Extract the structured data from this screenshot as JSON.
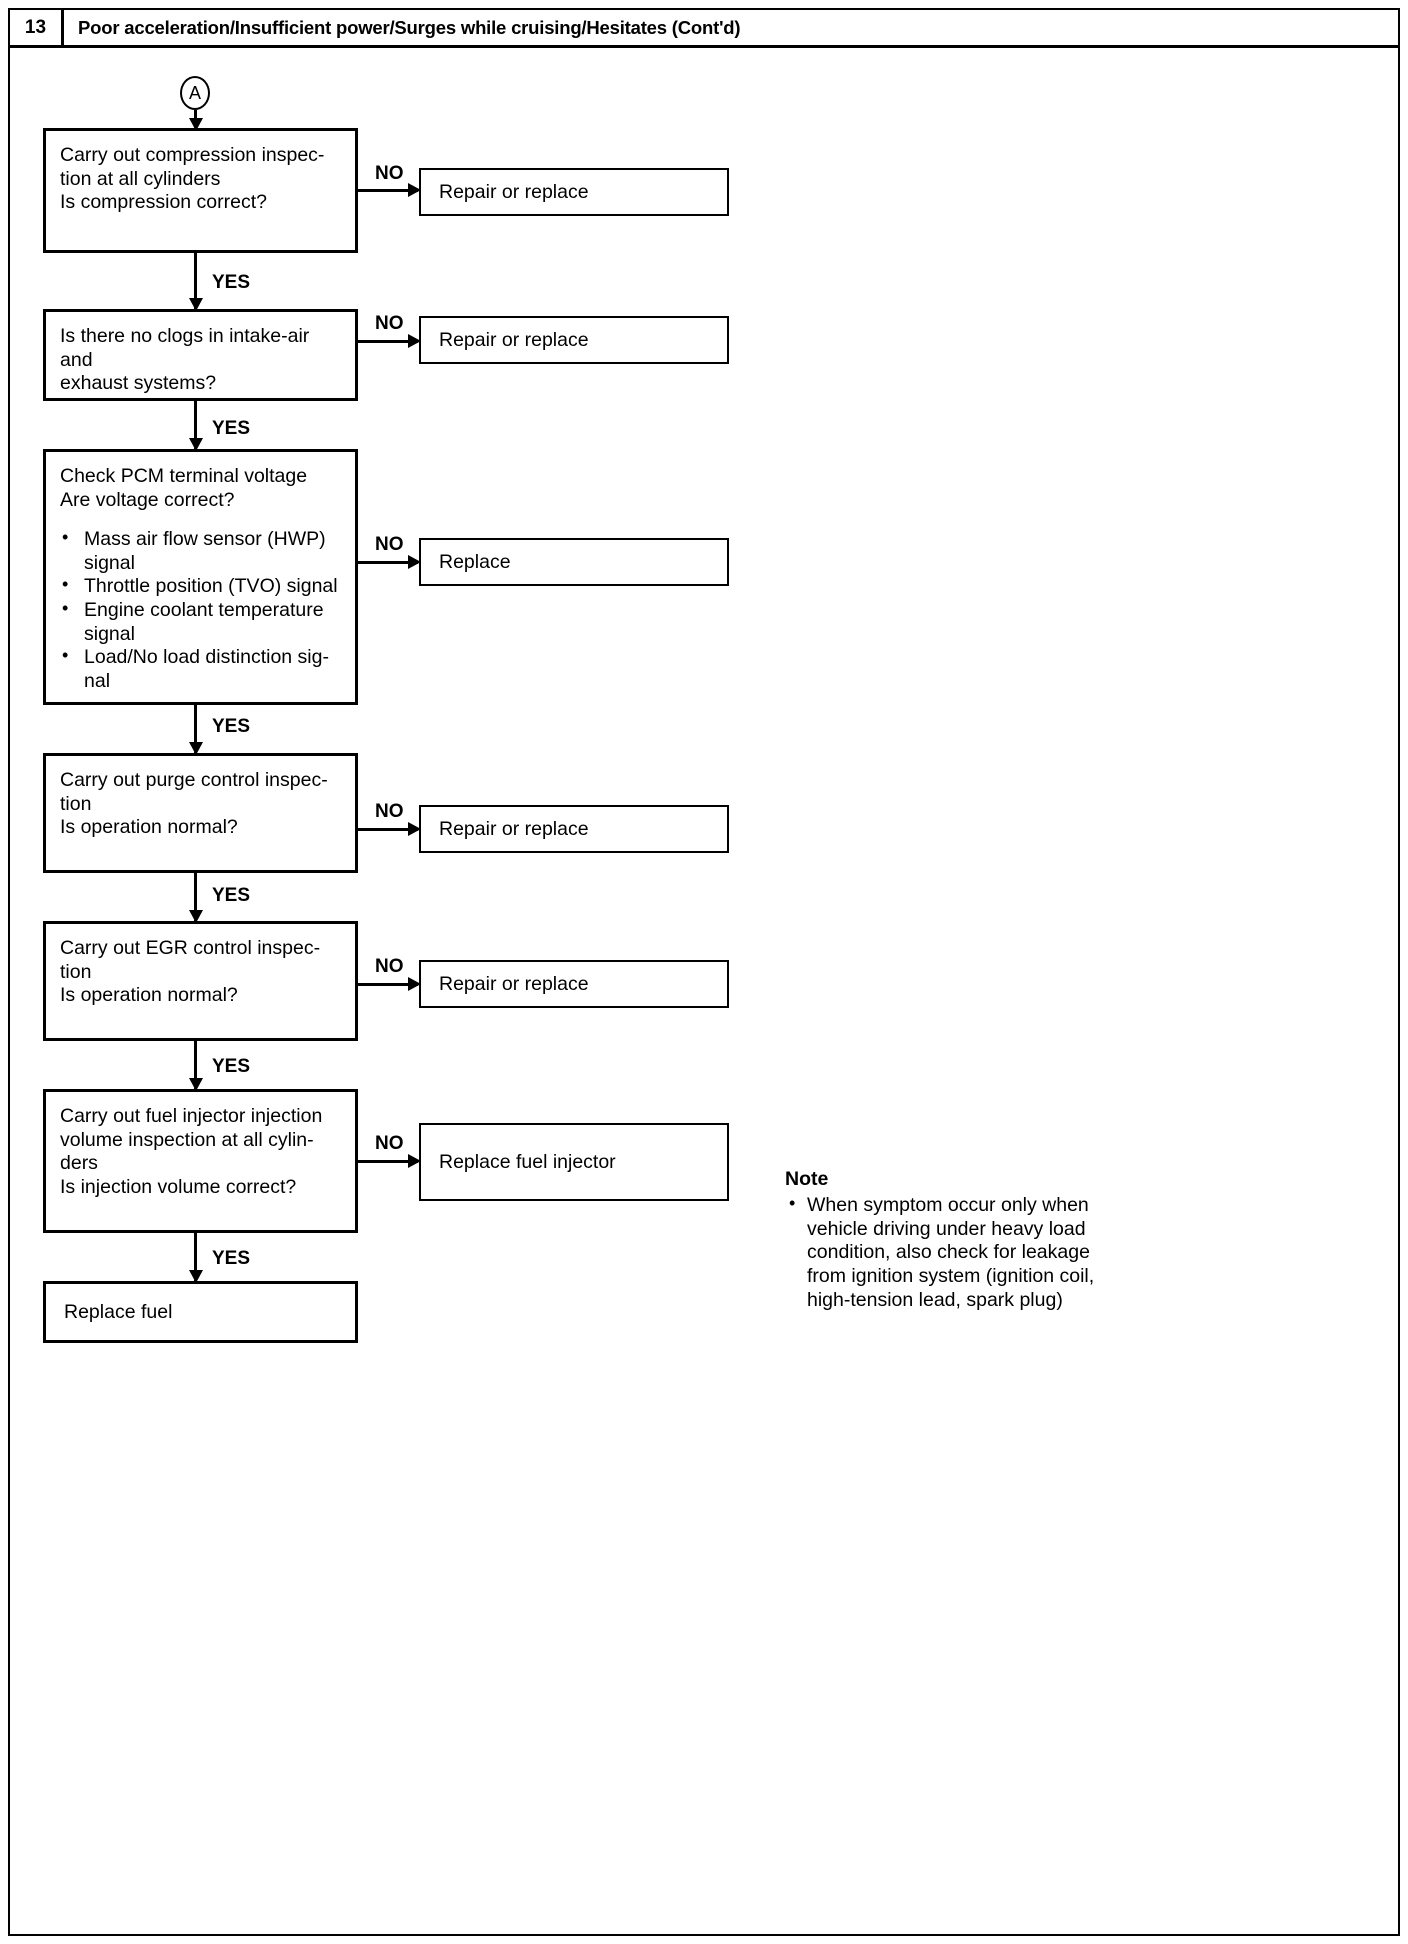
{
  "header": {
    "number": "13",
    "title": "Poor acceleration/Insufficient power/Surges while cruising/Hesitates (Cont'd)"
  },
  "connector": {
    "label": "A"
  },
  "labels": {
    "yes": "YES",
    "no": "NO"
  },
  "flow": {
    "steps": [
      {
        "id": "compression",
        "question_lines": [
          "Carry out compression inspec-",
          "tion at all cylinders",
          "Is compression correct?"
        ],
        "no_action": "Repair or replace",
        "yes_label": "YES",
        "no_label": "NO"
      },
      {
        "id": "clogs",
        "question_lines": [
          "Is there no clogs in intake-air and",
          "exhaust systems?"
        ],
        "no_action": "Repair or replace",
        "yes_label": "YES",
        "no_label": "NO"
      },
      {
        "id": "pcm-voltage",
        "question_lines": [
          "Check PCM terminal voltage",
          "Are voltage correct?"
        ],
        "bullets": [
          "Mass air flow sensor (HWP) signal",
          "Throttle position (TVO) signal",
          "Engine coolant temperature signal",
          "Load/No load distinction sig-nal"
        ],
        "no_action": "Replace",
        "yes_label": "YES",
        "no_label": "NO"
      },
      {
        "id": "purge-control",
        "question_lines": [
          "Carry out purge control inspec-",
          "tion",
          "Is operation normal?"
        ],
        "no_action": "Repair or replace",
        "yes_label": "YES",
        "no_label": "NO"
      },
      {
        "id": "egr-control",
        "question_lines": [
          "Carry out EGR control inspec-",
          "tion",
          "Is operation normal?"
        ],
        "no_action": "Repair or replace",
        "yes_label": "YES",
        "no_label": "NO"
      },
      {
        "id": "fuel-injector",
        "question_lines": [
          "Carry out fuel injector injection",
          "volume inspection at all cylin-",
          "ders",
          "Is injection volume correct?"
        ],
        "no_action": "Replace fuel injector",
        "yes_label": "YES",
        "no_label": "NO"
      }
    ],
    "final_action": "Replace fuel"
  },
  "note": {
    "title": "Note",
    "items": [
      "When symptom occur only when vehicle driving under heavy load condition, also check for leakage from ignition system (ignition coil, high-tension lead, spark plug)"
    ]
  },
  "bullets_b3": {
    "b0_l0": "Mass air flow sensor (HWP)",
    "b0_l1": "signal",
    "b1_l0": "Throttle position (TVO) signal",
    "b2_l0": "Engine coolant temperature",
    "b2_l1": "signal",
    "b3_l0": "Load/No load distinction sig-",
    "b3_l1": "nal"
  },
  "q_lines": {
    "s0_l0": "Carry out compression inspec-",
    "s0_l1": "tion at all cylinders",
    "s0_l2": "Is compression correct?",
    "s1_l0": "Is there no clogs in intake-air and",
    "s1_l1": "exhaust systems?",
    "s2_l0": "Check PCM terminal voltage",
    "s2_l1": "Are voltage correct?",
    "s3_l0": "Carry out purge control inspec-",
    "s3_l1": "tion",
    "s3_l2": "Is operation normal?",
    "s4_l0": "Carry out EGR control inspec-",
    "s4_l1": "tion",
    "s4_l2": "Is operation normal?",
    "s5_l0": "Carry out fuel injector injection",
    "s5_l1": "volume inspection at all cylin-",
    "s5_l2": "ders",
    "s5_l3": "Is injection volume correct?"
  },
  "note_lines": {
    "l0": "When symptom occur only when",
    "l1": "vehicle driving under heavy load",
    "l2": "condition, also check for leakage",
    "l3": "from ignition system (ignition coil,",
    "l4": "high-tension lead, spark plug)"
  }
}
